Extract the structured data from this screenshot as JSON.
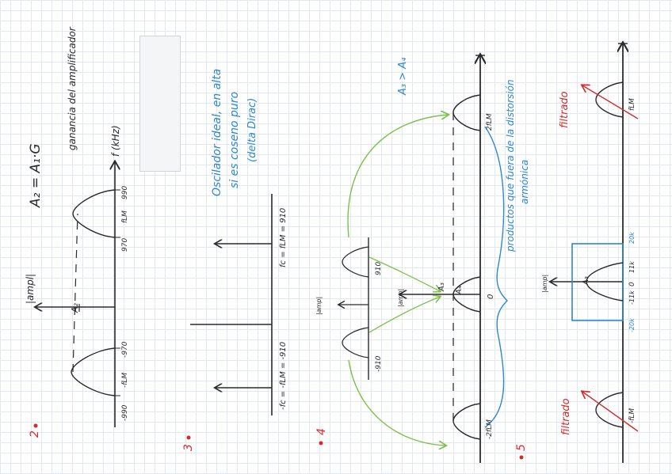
{
  "notes": {
    "n2": "2",
    "n3": "3",
    "n4": "4",
    "n5": "5",
    "eq_title": "A₂ = A₁·G",
    "eq_sub": "ganancia del amplificador",
    "freq_axis": "f (kHz)",
    "amp_axis": "|ampl|",
    "amp_axis_short": "|amp|",
    "a2": "A₂",
    "a3": "A₃",
    "a4": "A₄",
    "a3_gt_a4": "A₃ > A₄",
    "osc_line1": "Oscilador ideal, en alta",
    "osc_line2": "si es coseno puro",
    "osc_line3": "(delta Dirac)",
    "fc_right": "fc = fLM = 910",
    "fc_left": "-fc = -fLM = -910",
    "tick_m990": "-990",
    "tick_m970": "-970",
    "tick_m910": "-910",
    "tick_990": "990",
    "tick_970": "970",
    "tick_910": "910",
    "tick_flm": "fLM",
    "tick_mflm": "-fLM",
    "tick_2flm": "2fLM",
    "tick_m2flm": "-2fLM",
    "tick_0": "0",
    "tick_11k": "11k",
    "tick_m11k": "-11k",
    "tick_20k": "20k",
    "tick_m20k": "-20k",
    "prod_line1": "productos que fuera de la distorsión",
    "prod_line2": "armónica",
    "filtrado_1": "filtrado",
    "filtrado_2": "filtrado"
  },
  "colors": {
    "ink": "#2a2a2a",
    "blue": "#2b87d1",
    "green": "#7cc04a",
    "red": "#d42a2a"
  }
}
